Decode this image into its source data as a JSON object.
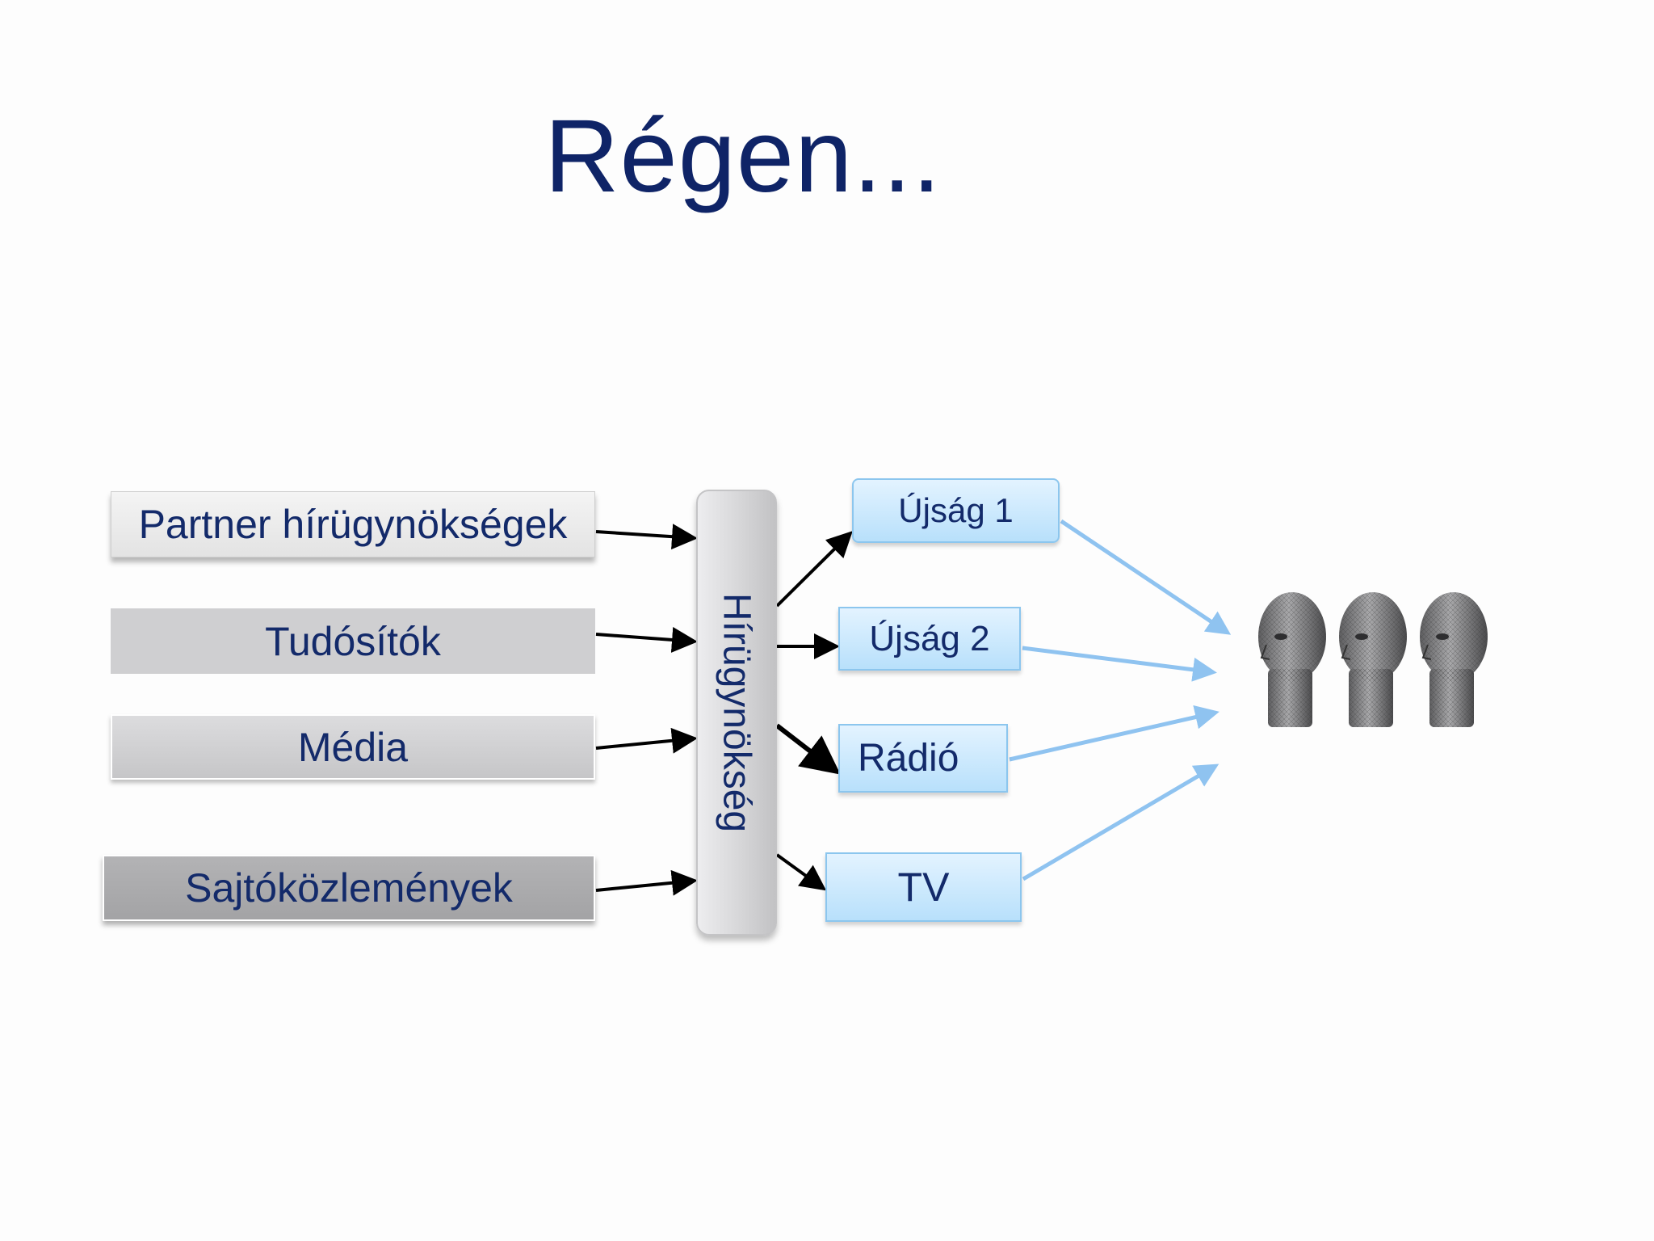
{
  "title": "Régen...",
  "sources": [
    {
      "label": "Partner hírügynökségek"
    },
    {
      "label": "Tudósítók"
    },
    {
      "label": "Média"
    },
    {
      "label": "Sajtóközlemények"
    }
  ],
  "agency": {
    "label": "Hírügynökség"
  },
  "outlets": [
    {
      "label": "Újság 1"
    },
    {
      "label": "Újság 2"
    },
    {
      "label": "Rádió"
    },
    {
      "label": "TV"
    }
  ],
  "audience": {
    "icon": "human-heads-icon"
  },
  "colors": {
    "title": "#0f2467",
    "text": "#132a6a",
    "outlet_fill": "#c9e8fd",
    "outlet_border": "#8cc6ee",
    "audience_arrow": "#8fc3f0",
    "arrow": "#000000"
  }
}
